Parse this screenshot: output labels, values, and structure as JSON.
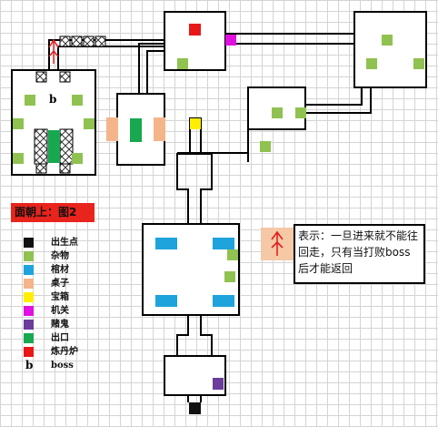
{
  "title_banner": "面朝上：图2",
  "boss_marker": "b",
  "legend": [
    {
      "key": "spawn",
      "label": "出生点",
      "color": "#111111"
    },
    {
      "key": "debris",
      "label": "杂物",
      "color": "#8fc250"
    },
    {
      "key": "coffin",
      "label": "棺材",
      "color": "#1ea3dc"
    },
    {
      "key": "table",
      "label": "桌子",
      "color": "#f5b58a"
    },
    {
      "key": "chest",
      "label": "宝箱",
      "color": "#ffee00"
    },
    {
      "key": "switch",
      "label": "机关",
      "color": "#e010e0"
    },
    {
      "key": "gambler",
      "label": "赌鬼",
      "color": "#6a3d9a"
    },
    {
      "key": "exit",
      "label": "出口",
      "color": "#18a850"
    },
    {
      "key": "furnace",
      "label": "炼丹炉",
      "color": "#e81818"
    },
    {
      "key": "boss",
      "label": "boss",
      "letter": "b"
    }
  ],
  "note": {
    "icon": "one-way-door-icon",
    "text": "表示：一旦进来就不能往回走，只有当打败boss后才能返回"
  }
}
